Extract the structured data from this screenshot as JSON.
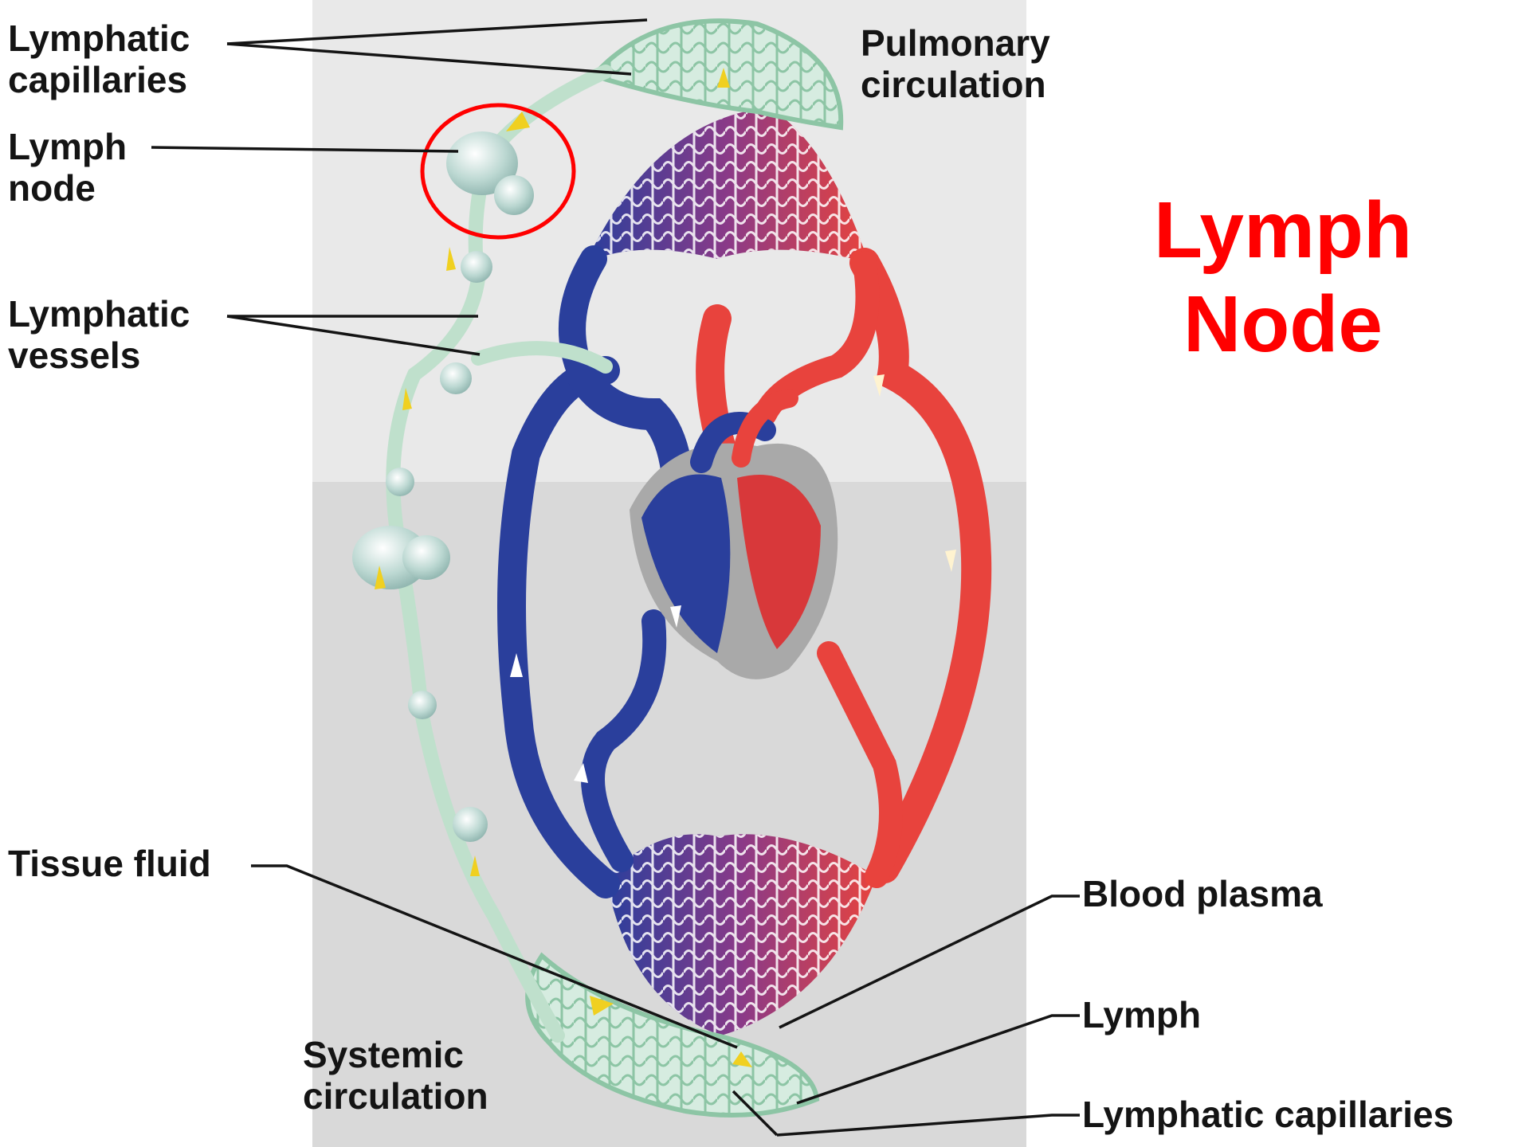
{
  "title": {
    "line1": "Lymph",
    "line2": "Node"
  },
  "labels": {
    "lymphatic_capillaries_top": {
      "line1": "Lymphatic",
      "line2": "capillaries"
    },
    "lymph_node": {
      "line1": "Lymph",
      "line2": "node"
    },
    "lymphatic_vessels": {
      "line1": "Lymphatic",
      "line2": "vessels"
    },
    "pulmonary_circulation": {
      "line1": "Pulmonary",
      "line2": "circulation"
    },
    "tissue_fluid": "Tissue fluid",
    "systemic_circulation": {
      "line1": "Systemic",
      "line2": "circulation"
    },
    "blood_plasma": "Blood plasma",
    "lymph": "Lymph",
    "lymphatic_capillaries_bottom": "Lymphatic capillaries"
  },
  "colors": {
    "deoxygenated": "#2a3f9c",
    "oxygenated": "#e8433d",
    "lymph_vessel": "#bfe0cc",
    "flow_arrow": "#f0d020",
    "highlight": "#ff0000",
    "title": "#ff0000"
  }
}
